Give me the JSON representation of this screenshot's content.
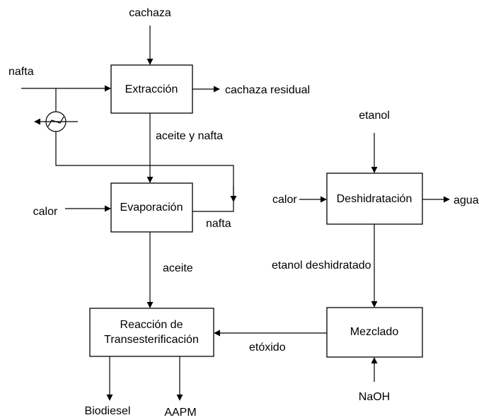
{
  "processes": {
    "extraction": "Extracción",
    "evaporation": "Evaporación",
    "dehydration": "Deshidratación",
    "mixing": "Mezclado",
    "reaction_line1": "Reacción de",
    "reaction_line2": "Transesterificación"
  },
  "streams": {
    "cachaza_in": "cachaza",
    "nafta_in": "nafta",
    "cachaza_residual": "cachaza residual",
    "aceite_y_nafta": "aceite y nafta",
    "calor_evaporation": "calor",
    "nafta_out": "nafta",
    "aceite": "aceite",
    "etanol": "etanol",
    "calor_dehydration": "calor",
    "agua": "agua",
    "etanol_deshidratado": "etanol deshidratado",
    "etoxido": "etóxido",
    "naoh": "NaOH",
    "biodiesel": "Biodiesel",
    "aapm": "AAPM"
  },
  "icons": [
    "heat-exchanger-icon"
  ]
}
